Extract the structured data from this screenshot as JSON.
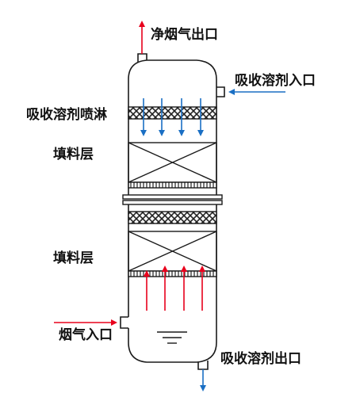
{
  "labels": {
    "clean_gas_outlet": "净烟气出口",
    "absorbent_inlet": "吸收溶剂入口",
    "absorbent_spray": "吸收溶剂喷淋",
    "packing_upper": "填料层",
    "packing_lower": "填料层",
    "flue_gas_inlet": "烟气入口",
    "absorbent_outlet": "吸收溶剂出口"
  },
  "colors": {
    "gas_arrow": "#e8001c",
    "liquid_arrow": "#1a6fc4",
    "outline": "#1a1a1a"
  }
}
